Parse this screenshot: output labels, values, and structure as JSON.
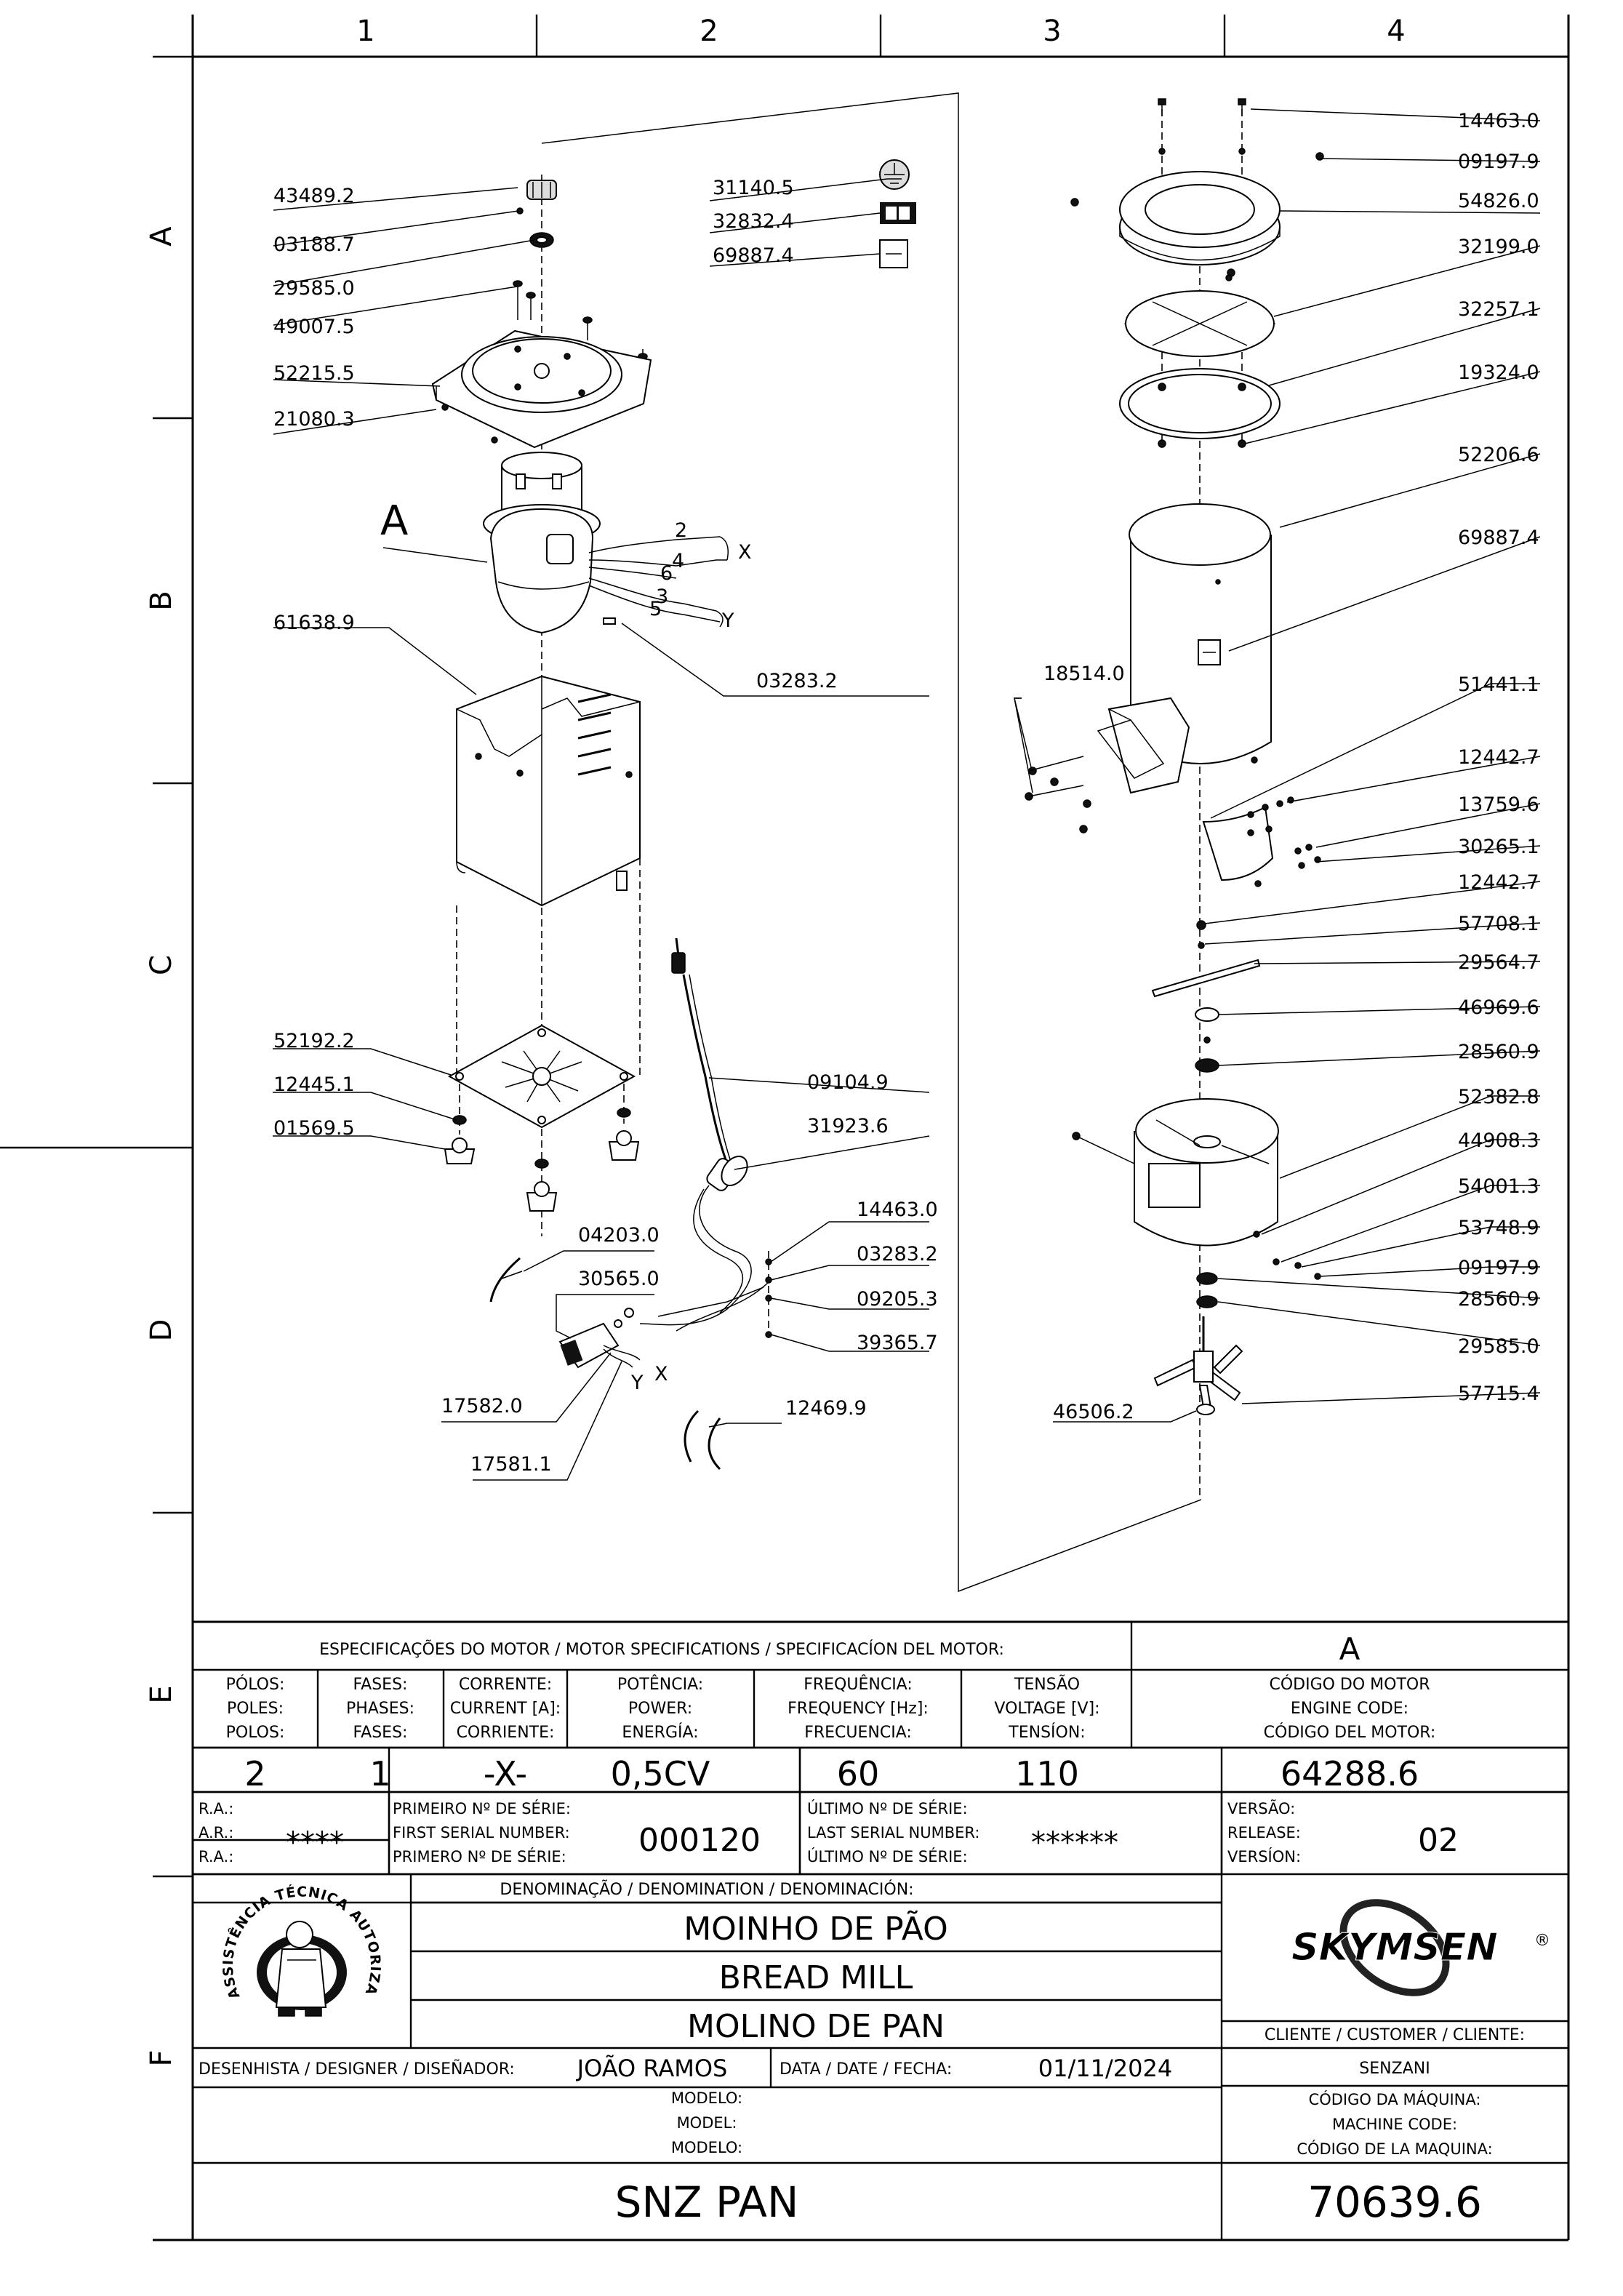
{
  "grid": {
    "cols": [
      "1",
      "2",
      "3",
      "4"
    ],
    "rows": [
      "A",
      "B",
      "C",
      "D",
      "E",
      "F"
    ]
  },
  "parts": {
    "p43489_2": "43489.2",
    "p03188_7": "03188.7",
    "p29585_0a": "29585.0",
    "p49007_5": "49007.5",
    "p52215_5": "52215.5",
    "p21080_3": "21080.3",
    "pA": "A",
    "p61638_9": "61638.9",
    "p03283_2a": "03283.2",
    "p31140_5": "31140.5",
    "p32832_4": "32832.4",
    "p69887_4a": "69887.4",
    "p52192_2": "52192.2",
    "p12445_1": "12445.1",
    "p01569_5": "01569.5",
    "p09104_9": "09104.9",
    "p31923_6": "31923.6",
    "p14463_0b": "14463.0",
    "p03283_2b": "03283.2",
    "p09205_3": "09205.3",
    "p39365_7": "39365.7",
    "p04203_0": "04203.0",
    "p30565_0": "30565.0",
    "p17582_0": "17582.0",
    "p17581_1": "17581.1",
    "p12469_9": "12469.9",
    "p14463_0a": "14463.0",
    "p09197_9a": "09197.9",
    "p54826_0": "54826.0",
    "p32199_0": "32199.0",
    "p32257_1": "32257.1",
    "p19324_0": "19324.0",
    "p52206_6": "52206.6",
    "p69887_4b": "69887.4",
    "p18514_0": "18514.0",
    "p51441_1": "51441.1",
    "p12442_7a": "12442.7",
    "p13759_6": "13759.6",
    "p30265_1": "30265.1",
    "p12442_7b": "12442.7",
    "p57708_1": "57708.1",
    "p29564_7": "29564.7",
    "p46969_6": "46969.6",
    "p28560_9a": "28560.9",
    "p52382_8": "52382.8",
    "p44908_3": "44908.3",
    "p54001_3": "54001.3",
    "p53748_9": "53748.9",
    "p09197_9b": "09197.9",
    "p28560_9b": "28560.9",
    "p29585_0b": "29585.0",
    "p57715_4": "57715.4",
    "p46506_2": "46506.2"
  },
  "wires": {
    "w2": "2",
    "w4": "4",
    "w6": "6",
    "w3": "3",
    "w5": "5",
    "wX": "X",
    "wY": "Y",
    "wX2": "X",
    "wY2": "Y"
  },
  "motor": {
    "title": "ESPECIFICAÇÕES DO MOTOR / MOTOR SPECIFICATIONS / SPECIFICACÍON DEL MOTOR:",
    "motor_letter": "A",
    "headers": [
      [
        "PÓLOS:",
        "POLES:",
        "POLOS:"
      ],
      [
        "FASES:",
        "PHASES:",
        "FASES:"
      ],
      [
        "CORRENTE:",
        "CURRENT [A]:",
        "CORRIENTE:"
      ],
      [
        "POTÊNCIA:",
        "POWER:",
        "ENERGÍA:"
      ],
      [
        "FREQUÊNCIA:",
        "FREQUENCY [Hz]:",
        "FRECUENCIA:"
      ],
      [
        "TENSÃO",
        "VOLTAGE [V]:",
        "TENSÍON:"
      ],
      [
        "CÓDIGO DO MOTOR",
        "ENGINE CODE:",
        "CÓDIGO DEL MOTOR:"
      ]
    ],
    "values": [
      "2",
      "1",
      "-X-",
      "0,5CV",
      "60",
      "110",
      "64288.6"
    ]
  },
  "serial": {
    "ra": [
      "R.A.:",
      "A.R.:",
      "R.A.:"
    ],
    "ra_value": "****",
    "first_labels": [
      "PRIMEIRO Nº DE SÉRIE:",
      "FIRST SERIAL NUMBER:",
      "PRIMERO Nº DE SÉRIE:"
    ],
    "first_value": "000120",
    "last_labels": [
      "ÚLTIMO Nº DE SÉRIE:",
      "LAST SERIAL NUMBER:",
      "ÚLTIMO Nº DE SÉRIE:"
    ],
    "last_value": "******",
    "version_labels": [
      "VERSÃO:",
      "RELEASE:",
      "VERSÍON:"
    ],
    "version_value": "02"
  },
  "denomination": {
    "label": "DENOMINAÇÃO / DENOMINATION / DENOMINACIÓN:",
    "pt": "MOINHO DE PÃO",
    "en": "BREAD MILL",
    "es": "MOLINO DE PAN"
  },
  "seal": {
    "ring_text": "ASSISTÊNCIA TÉCNICA AUTORIZADA"
  },
  "brand": {
    "name": "SKYMSEN",
    "reg": "®"
  },
  "customer": {
    "label": "CLIENTE / CUSTOMER / CLIENTE:",
    "value": "SENZANI"
  },
  "designer": {
    "label": "DESENHISTA / DESIGNER / DISEÑADOR:",
    "name": "JOÃO RAMOS",
    "date_label": "DATA / DATE / FECHA:",
    "date": "01/11/2024"
  },
  "model": {
    "labels": [
      "MODELO:",
      "MODEL:",
      "MODELO:"
    ],
    "value": "SNZ PAN"
  },
  "machine_code": {
    "labels": [
      "CÓDIGO DA MÁQUINA:",
      "MACHINE CODE:",
      "CÓDIGO DE LA MAQUINA:"
    ],
    "value": "70639.6"
  }
}
